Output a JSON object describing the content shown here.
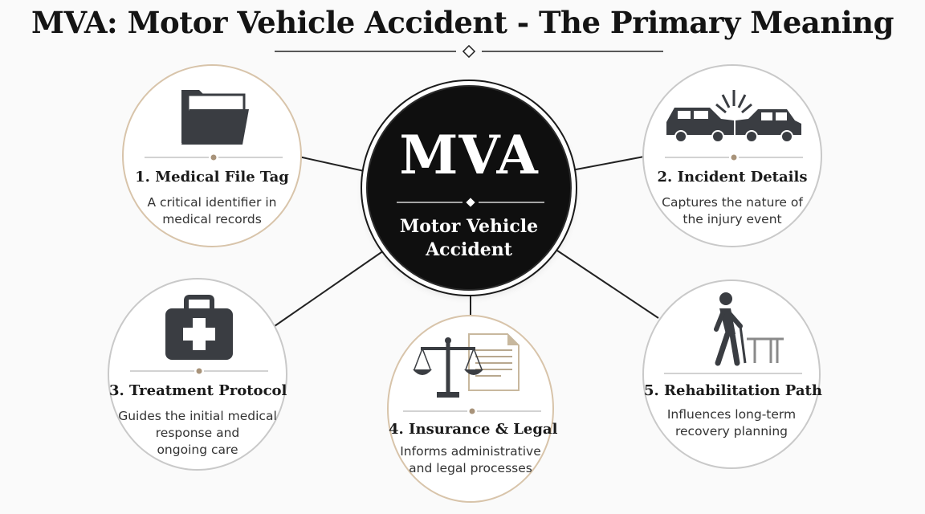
{
  "title": "MVA: Motor Vehicle Accident - The Primary Meaning",
  "hub": {
    "acronym": "MVA",
    "line1": "Motor Vehicle",
    "line2": "Accident"
  },
  "nodes": [
    {
      "title": "1. Medical File Tag",
      "desc": "A critical identifier in\nmedical records",
      "icon": "folder-icon"
    },
    {
      "title": "2. Incident Details",
      "desc": "Captures the nature of\nthe injury event",
      "icon": "car-collision-icon"
    },
    {
      "title": "3. Treatment Protocol",
      "desc": "Guides the initial medical\nresponse and\nongoing care",
      "icon": "first-aid-kit-icon"
    },
    {
      "title": "4. Insurance & Legal",
      "desc": "Informs administrative\nand legal processes",
      "icon": "scales-document-icon"
    },
    {
      "title": "5. Rehabilitation Path",
      "desc": "Influences long-term\nrecovery planning",
      "icon": "walking-cane-icon"
    }
  ],
  "colors": {
    "hub": "#0f0f0f",
    "icon": "#3a3d42",
    "tan_border": "#d8c4aa",
    "gray_border": "#c9c9c9",
    "accent": "#a8937a"
  }
}
